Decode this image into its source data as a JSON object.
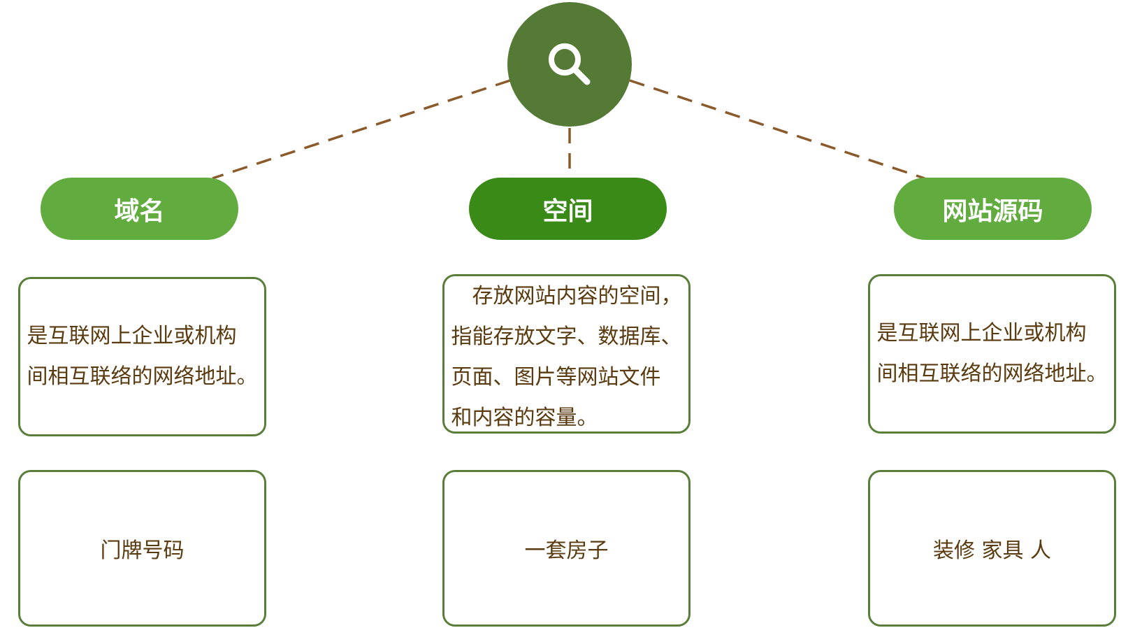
{
  "colors": {
    "hub": "#547a35",
    "pill": "#62ab3f",
    "pill_active": "#3a8a17",
    "border": "#5a7e3a",
    "text": "#5a3a0f",
    "connector": "#8b5a2b"
  },
  "hub": {
    "icon": "search-icon"
  },
  "columns": [
    {
      "title": "域名",
      "description": "是互联网上企业或机构\n间相互联络的网络地址。",
      "analogy": "门牌号码"
    },
    {
      "title": "空间",
      "description": "　存放网站内容的空间，\n指能存放文字、数据库、\n页面、图片等网站文件\n和内容的容量。",
      "analogy": "一套房子"
    },
    {
      "title": "网站源码",
      "description": "是互联网上企业或机构\n间相互联络的网络地址。",
      "analogy": "装修 家具 人"
    }
  ]
}
